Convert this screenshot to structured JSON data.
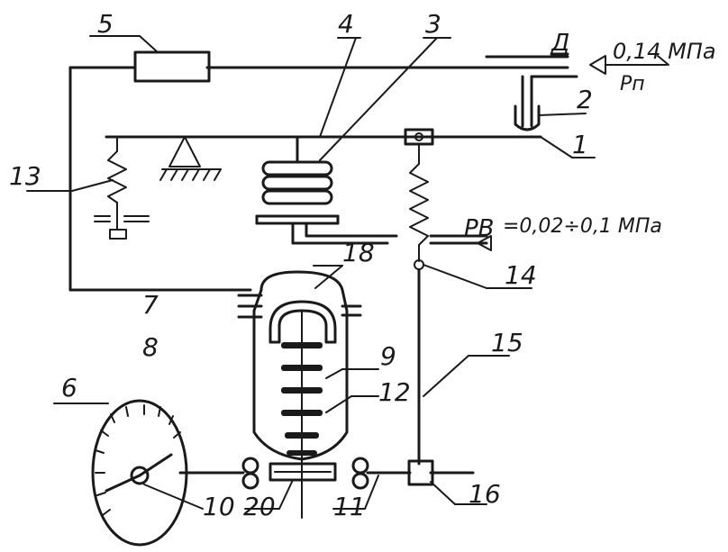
{
  "labels": {
    "n1": "1",
    "n2": "2",
    "n3": "3",
    "n4": "4",
    "n5": "5",
    "n6": "6",
    "n7": "7",
    "n8": "8",
    "n9": "9",
    "n10": "10",
    "n11": "11",
    "n12": "12",
    "n13": "13",
    "n14": "14",
    "n15": "15",
    "n16": "16",
    "n18": "18",
    "n20": "20",
    "d": "Д"
  },
  "annotations": {
    "supply_pressure": "0,14 МПа",
    "supply_symbol": "Pп",
    "output_symbol": "PВ",
    "output_range": "=0,02÷0,1 МПа"
  }
}
